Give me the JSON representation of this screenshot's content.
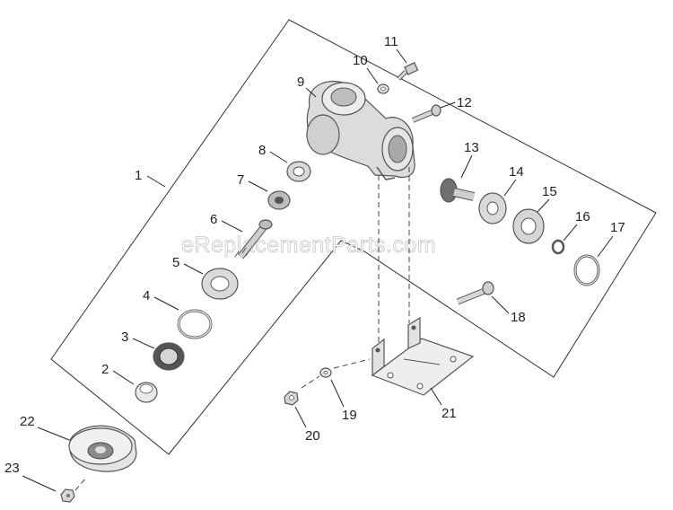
{
  "watermark": "eReplacementParts.com",
  "callouts": [
    {
      "id": "1",
      "label": "1"
    },
    {
      "id": "2",
      "label": "2"
    },
    {
      "id": "3",
      "label": "3"
    },
    {
      "id": "4",
      "label": "4"
    },
    {
      "id": "5",
      "label": "5"
    },
    {
      "id": "6",
      "label": "6"
    },
    {
      "id": "7",
      "label": "7"
    },
    {
      "id": "8",
      "label": "8"
    },
    {
      "id": "9",
      "label": "9"
    },
    {
      "id": "10",
      "label": "10"
    },
    {
      "id": "11",
      "label": "11"
    },
    {
      "id": "12",
      "label": "12"
    },
    {
      "id": "13",
      "label": "13"
    },
    {
      "id": "14",
      "label": "14"
    },
    {
      "id": "15",
      "label": "15"
    },
    {
      "id": "16",
      "label": "16"
    },
    {
      "id": "17",
      "label": "17"
    },
    {
      "id": "18",
      "label": "18"
    },
    {
      "id": "19",
      "label": "19"
    },
    {
      "id": "20",
      "label": "20"
    },
    {
      "id": "21",
      "label": "21"
    },
    {
      "id": "22",
      "label": "22"
    },
    {
      "id": "23",
      "label": "23"
    }
  ]
}
